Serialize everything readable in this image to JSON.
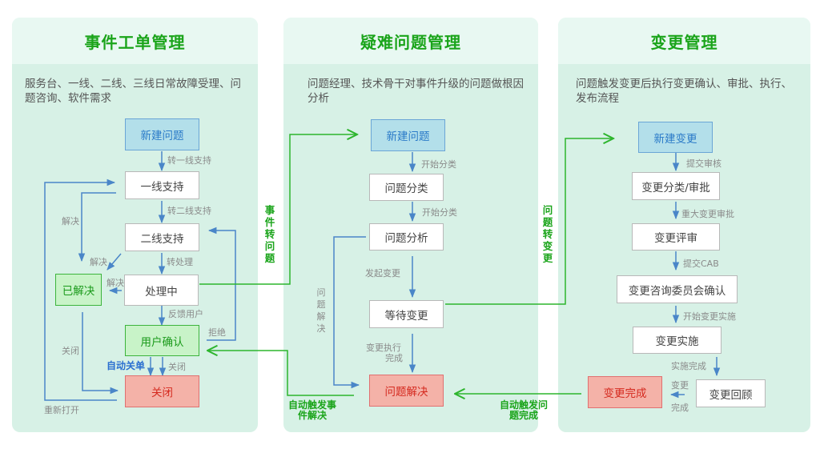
{
  "panels": [
    {
      "title": "事件工单管理",
      "description": "服务台、一线、二线、三线日常故障受理、问题咨询、软件需求",
      "nodes": {
        "new": "新建问题",
        "l1": "一线支持",
        "l2": "二线支持",
        "processing": "处理中",
        "resolved": "已解决",
        "confirm": "用户确认",
        "closed": "关闭"
      },
      "edges": {
        "to_l1": "转一线支持",
        "to_l2": "转二线支持",
        "to_processing": "转处理",
        "l1_resolve": "解决",
        "l2_resolve": "解决",
        "proc_resolve": "解决",
        "feedback": "反馈用户",
        "reject": "拒绝",
        "close_confirm": "关闭",
        "auto_close": "自动关单",
        "resolved_close": "关闭",
        "reopen": "重新打开"
      }
    },
    {
      "title": "疑难问题管理",
      "description": "问题经理、技术骨干对事件升级的问题做根因分析",
      "nodes": {
        "new": "新建问题",
        "classify": "问题分类",
        "analyze": "问题分析",
        "wait_change": "等待变更",
        "solved": "问题解决"
      },
      "edges": {
        "start_classify_1": "开始分类",
        "start_classify_2": "开始分类",
        "initiate_change": "发起变更",
        "change_done_1": "变更执行",
        "change_done_2": "完成",
        "problem_solved": "问题解决"
      }
    },
    {
      "title": "变更管理",
      "description": "问题触发变更后执行变更确认、审批、执行、发布流程",
      "nodes": {
        "new": "新建变更",
        "classify": "变更分类/审批",
        "review": "变更评审",
        "cab": "变更咨询委员会确认",
        "implement": "变更实施",
        "retro": "变更回顾",
        "done": "变更完成"
      },
      "edges": {
        "submit_review": "提交审核",
        "major_approval": "重大变更审批",
        "submit_cab": "提交CAB",
        "start_impl": "开始变更实施",
        "impl_done": "实施完成",
        "change_1": "变更",
        "change_2": "完成"
      }
    }
  ],
  "cross_links": {
    "incident_to_problem": "事件转问题",
    "problem_to_change": "问题转变更",
    "auto_resolve_incident_1": "自动触发事",
    "auto_resolve_incident_2": "件解决",
    "auto_complete_problem_1": "自动触发问",
    "auto_complete_problem_2": "题完成"
  },
  "colors": {
    "panel_bg": "#d7f1e6",
    "panel_header_bg": "#e8f8f2",
    "title_green": "#1aa41a",
    "flow_blue": "#4a86c8",
    "cross_green": "#2db52d",
    "start_node": "#b3dfea",
    "confirm_node": "#c8f3c8",
    "end_node": "#f4b2a8"
  }
}
